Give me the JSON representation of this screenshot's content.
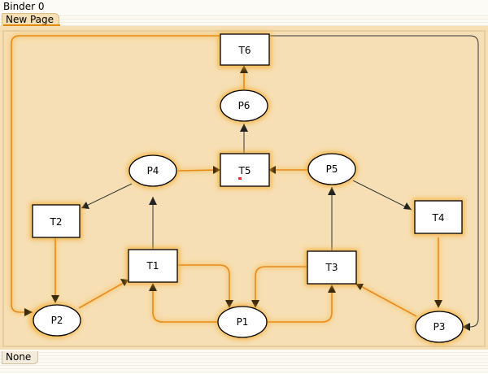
{
  "binder": {
    "title": "Binder 0"
  },
  "tabs": [
    {
      "label": "New Page"
    }
  ],
  "status": {
    "label": "None"
  },
  "colors": {
    "canvas": "#f6dfb4",
    "arc_highlight": "#e8891a",
    "arc_plain": "#222222",
    "node_fill": "#ffffff",
    "node_glow": "#f5a623"
  },
  "net": {
    "places": [
      {
        "id": "P1",
        "label": "P1"
      },
      {
        "id": "P2",
        "label": "P2"
      },
      {
        "id": "P3",
        "label": "P3"
      },
      {
        "id": "P4",
        "label": "P4"
      },
      {
        "id": "P5",
        "label": "P5"
      },
      {
        "id": "P6",
        "label": "P6"
      }
    ],
    "transitions": [
      {
        "id": "T1",
        "label": "T1"
      },
      {
        "id": "T2",
        "label": "T2"
      },
      {
        "id": "T3",
        "label": "T3"
      },
      {
        "id": "T4",
        "label": "T4"
      },
      {
        "id": "T5",
        "label": "T5"
      },
      {
        "id": "T6",
        "label": "T6"
      }
    ],
    "arcs": [
      {
        "from": "P4",
        "to": "T5",
        "highlighted": true
      },
      {
        "from": "P5",
        "to": "T5",
        "highlighted": true
      },
      {
        "from": "T5",
        "to": "P6",
        "highlighted": false
      },
      {
        "from": "P6",
        "to": "T6",
        "highlighted": true
      },
      {
        "from": "P4",
        "to": "T2",
        "highlighted": false
      },
      {
        "from": "P5",
        "to": "T4",
        "highlighted": false
      },
      {
        "from": "T1",
        "to": "P4",
        "highlighted": false
      },
      {
        "from": "T3",
        "to": "P5",
        "highlighted": false
      },
      {
        "from": "T2",
        "to": "P2",
        "highlighted": true
      },
      {
        "from": "P2",
        "to": "T1",
        "highlighted": true
      },
      {
        "from": "T1",
        "to": "P1",
        "highlighted": true
      },
      {
        "from": "P1",
        "to": "T1",
        "highlighted": true
      },
      {
        "from": "T3",
        "to": "P1",
        "highlighted": true
      },
      {
        "from": "P1",
        "to": "T3",
        "highlighted": true
      },
      {
        "from": "P3",
        "to": "T3",
        "highlighted": true
      },
      {
        "from": "T4",
        "to": "P3",
        "highlighted": true
      },
      {
        "from": "T6",
        "to": "P3",
        "highlighted": false
      },
      {
        "from": "T6",
        "to": "P2",
        "highlighted": true
      }
    ]
  }
}
